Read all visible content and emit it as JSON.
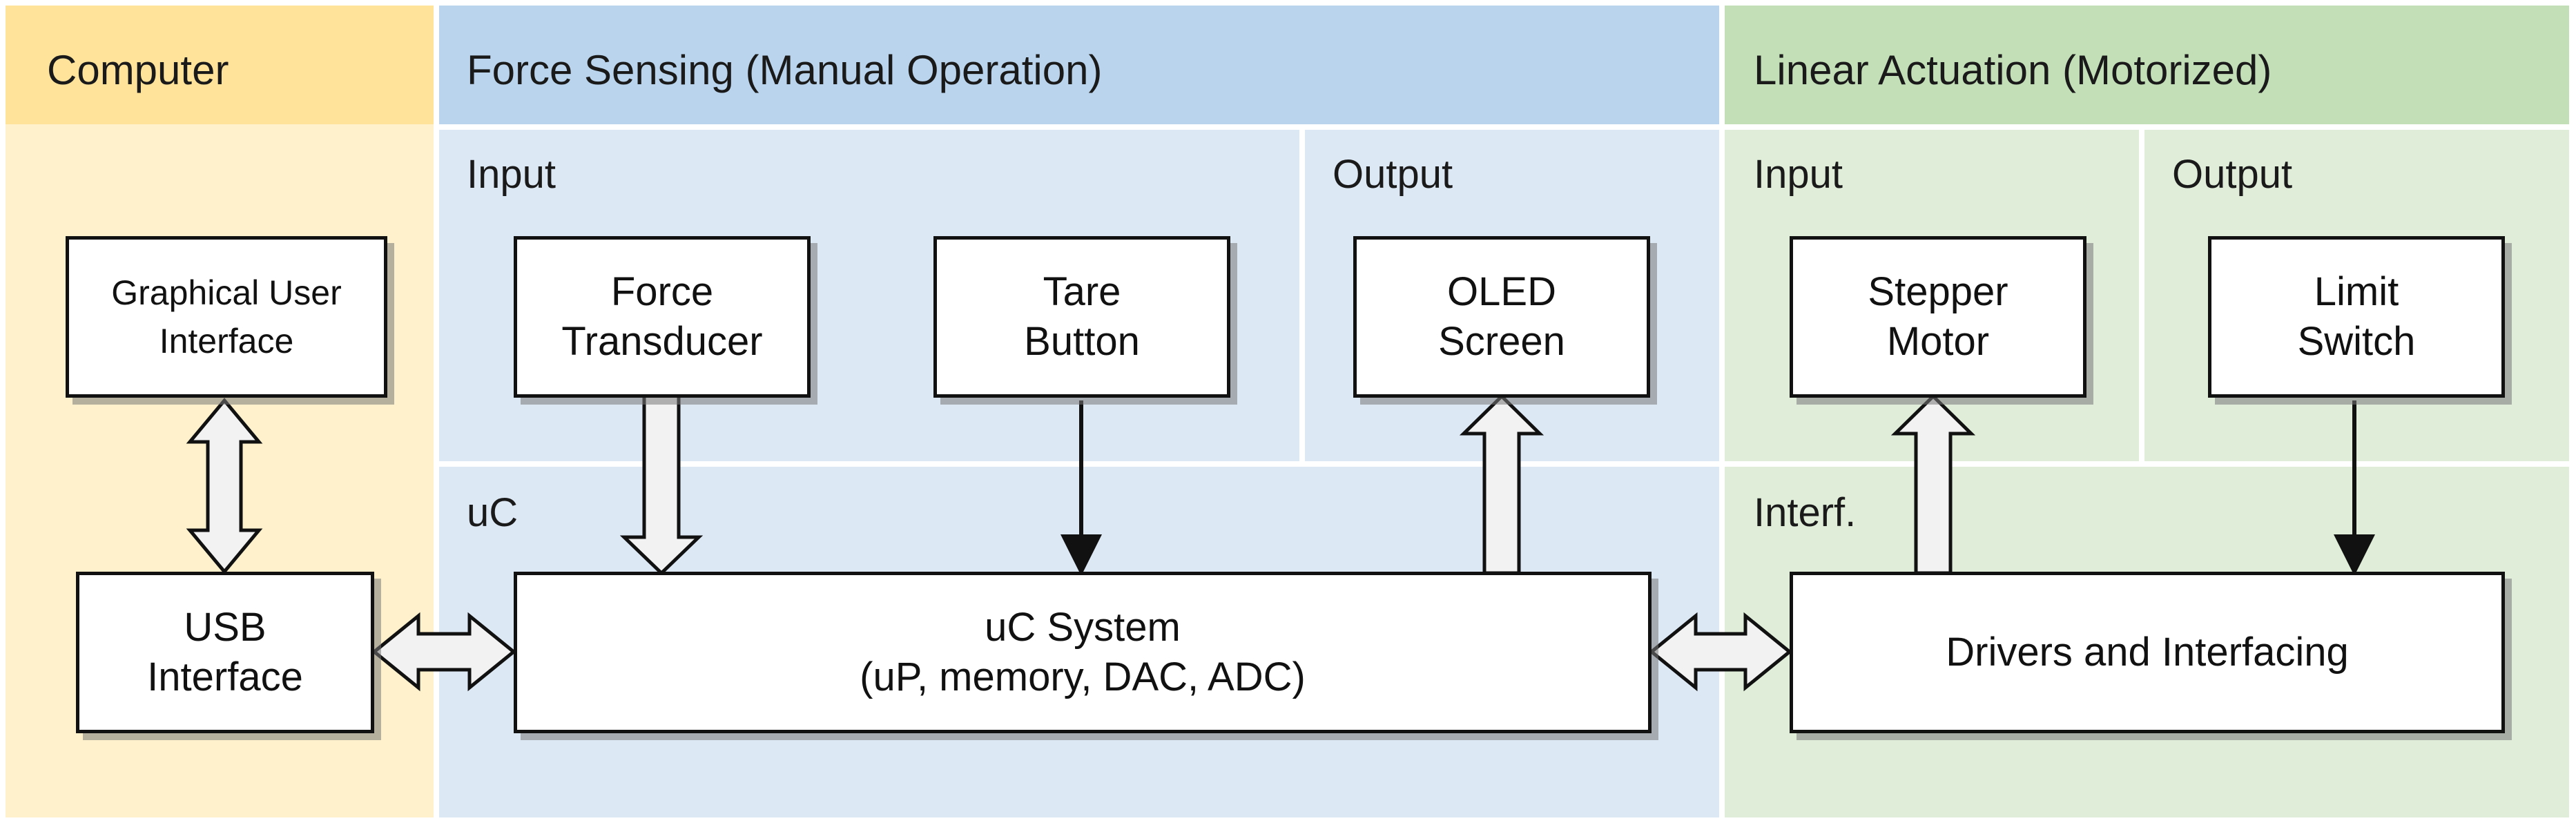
{
  "sections": {
    "computer": {
      "label": "Computer",
      "header_color": "#FFE39A",
      "body_color": "#FFF1CC"
    },
    "force_sensing": {
      "label": "Force Sensing (Manual Operation)",
      "header_color": "#B9D4EC",
      "body_color": "#DDE8F5",
      "input_label": "Input",
      "output_label": "Output",
      "uc_label": "uC"
    },
    "linear_actuation": {
      "label": "Linear Actuation (Motorized)",
      "header_color": "#C3DFB8",
      "body_color": "#E0EED9",
      "input_label": "Input",
      "output_label": "Output",
      "interf_label": "Interf."
    }
  },
  "blocks": {
    "gui": "Graphical User\nInterface",
    "usb": "USB\nInterface",
    "force_transducer": "Force\nTransducer",
    "tare_button": "Tare\nButton",
    "oled_screen": "OLED\nScreen",
    "uc_system": "uC System\n(uP, memory, DAC, ADC)",
    "stepper_motor": "Stepper\nMotor",
    "limit_switch": "Limit\nSwitch",
    "drivers": "Drivers and Interfacing"
  },
  "connections": [
    {
      "from": "gui",
      "to": "usb",
      "style": "double-arrow"
    },
    {
      "from": "usb",
      "to": "uc_system",
      "style": "double-arrow"
    },
    {
      "from": "force_transducer",
      "to": "uc_system",
      "style": "block-arrow"
    },
    {
      "from": "tare_button",
      "to": "uc_system",
      "style": "line-arrow"
    },
    {
      "from": "uc_system",
      "to": "oled_screen",
      "style": "block-arrow"
    },
    {
      "from": "uc_system",
      "to": "drivers",
      "style": "double-arrow"
    },
    {
      "from": "drivers",
      "to": "stepper_motor",
      "style": "block-arrow"
    },
    {
      "from": "limit_switch",
      "to": "drivers",
      "style": "line-arrow"
    }
  ]
}
